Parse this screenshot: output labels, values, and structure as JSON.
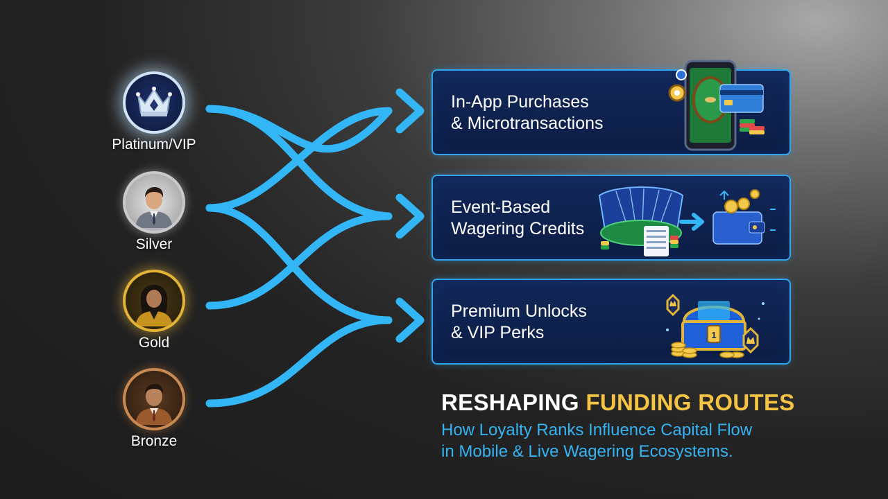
{
  "tiers": [
    {
      "label": "Platinum/VIP",
      "icon": "crown-icon"
    },
    {
      "label": "Silver",
      "icon": "businessman-avatar-icon"
    },
    {
      "label": "Gold",
      "icon": "businesswoman-avatar-icon"
    },
    {
      "label": "Bronze",
      "icon": "businessman-avatar-icon"
    }
  ],
  "routes": [
    {
      "line1": "In-App Purchases",
      "line2": "& Microtransactions",
      "icon": "phone-card-chips-icon"
    },
    {
      "line1": "Event-Based",
      "line2": "Wagering Credits",
      "icon": "stadium-wallet-icon"
    },
    {
      "line1": "Premium Unlocks",
      "line2": "& VIP Perks",
      "icon": "treasure-chest-icon"
    }
  ],
  "headline": {
    "part1": "RESHAPING",
    "part2": "FUNDING ROUTES"
  },
  "subheadline": {
    "line1": "How Loyalty Ranks Influence Capital Flow",
    "line2": "in Mobile & Live Wagering Ecosystems."
  },
  "colors": {
    "arrow": "#33b6f6",
    "card_border": "#2fa6ee",
    "card_bg": "#0f2350",
    "headline_accent": "#f6c443",
    "subheadline": "#35b3f2",
    "platinum_ring": "#cfe3f7",
    "silver_ring": "#c9c9c9",
    "gold_ring": "#e2b336",
    "bronze_ring": "#c98a52"
  }
}
